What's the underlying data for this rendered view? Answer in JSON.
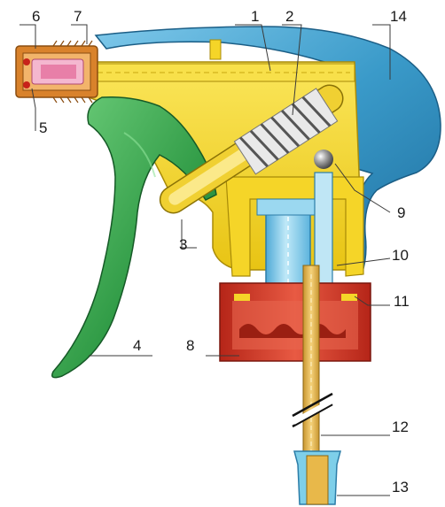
{
  "diagram": {
    "callouts": [
      {
        "id": "c1",
        "label": "1"
      },
      {
        "id": "c2",
        "label": "2"
      },
      {
        "id": "c3",
        "label": "3"
      },
      {
        "id": "c4",
        "label": "4"
      },
      {
        "id": "c5",
        "label": "5"
      },
      {
        "id": "c6",
        "label": "6"
      },
      {
        "id": "c7",
        "label": "7"
      },
      {
        "id": "c8",
        "label": "8"
      },
      {
        "id": "c9",
        "label": "9"
      },
      {
        "id": "c10",
        "label": "10"
      },
      {
        "id": "c11",
        "label": "11"
      },
      {
        "id": "c12",
        "label": "12"
      },
      {
        "id": "c13",
        "label": "13"
      },
      {
        "id": "c14",
        "label": "14"
      }
    ],
    "colors": {
      "body_yellow": "#f2d21c",
      "shroud_blue": "#3a9ac9",
      "trigger_green": "#2f9a45",
      "cap_red": "#d63a2a",
      "cylinder_blue": "#8fd3ee",
      "nozzle_orange": "#d9822b",
      "valve_pink": "#e87fa8",
      "spring_white": "#f2f2f2",
      "tube_gold": "#e8b84a"
    }
  }
}
